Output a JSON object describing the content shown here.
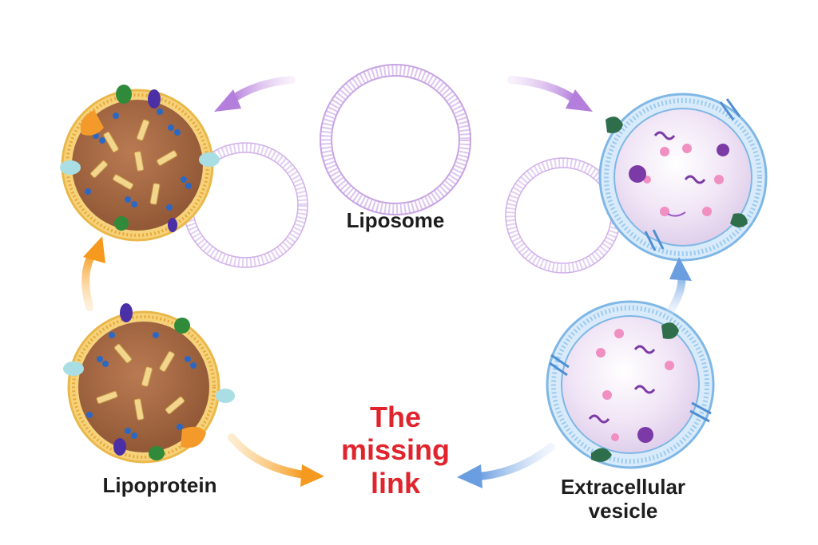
{
  "labels": {
    "liposome": "Liposome",
    "lipoprotein": "Lipoprotein",
    "extracellular_vesicle_line1": "Extracellular",
    "extracellular_vesicle_line2": "vesicle",
    "center_line1": "The",
    "center_line2": "missing",
    "center_line3": "link"
  },
  "colors": {
    "text": "#1d1d1d",
    "accent_red": "#e0242c",
    "lipoprotein_core": "#a86a45",
    "lipoprotein_shell": "#f2c04a",
    "vesicle_membrane": "#7fb7e6",
    "vesicle_core": "#efe2f3",
    "liposome_ring": "#c7a5e3",
    "arrow_purple": "#c08ee0",
    "arrow_orange": "#f5a02e",
    "arrow_blue": "#7aa6df"
  }
}
